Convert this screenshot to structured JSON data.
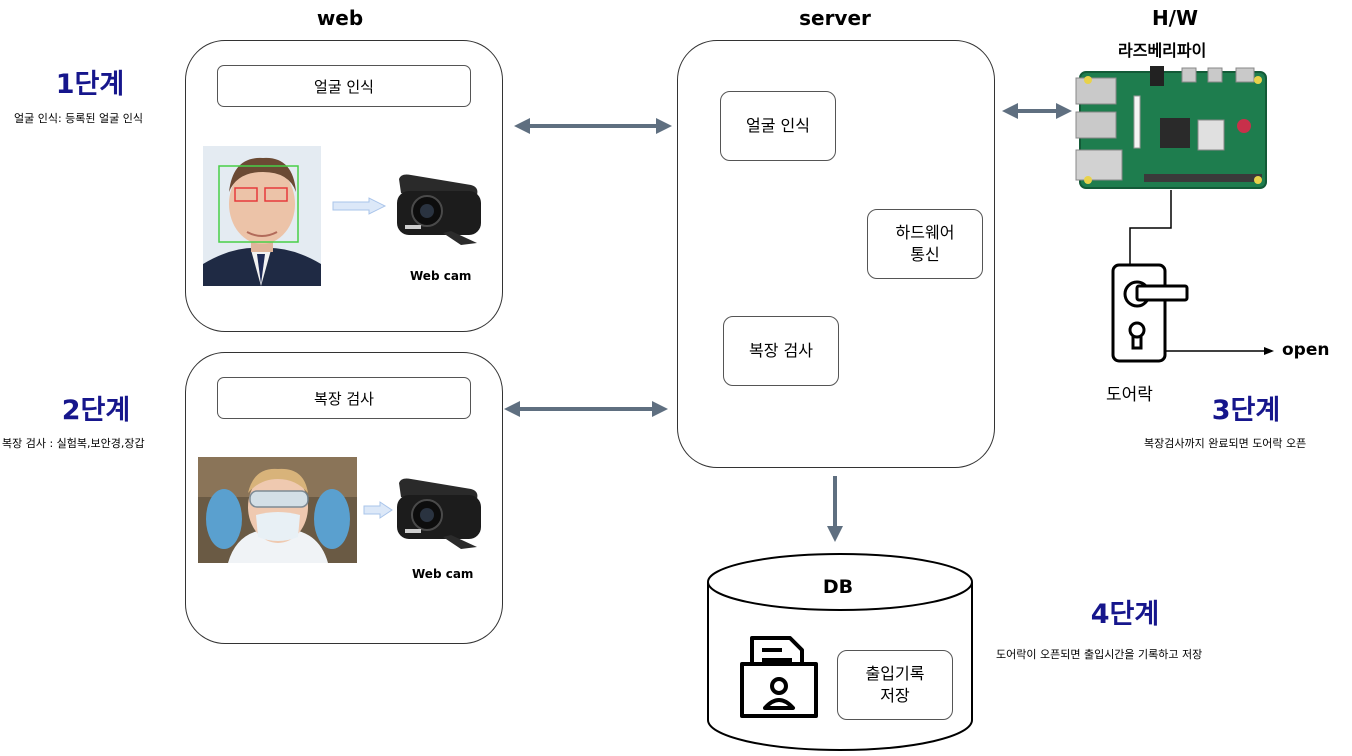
{
  "columns": {
    "web": "web",
    "server": "server",
    "hw": "H/W"
  },
  "steps": [
    {
      "title": "1단계",
      "desc": "얼굴 인식: 등록된 얼굴 인식"
    },
    {
      "title": "2단계",
      "desc": "복장 검사 : 실험복,보안경,장갑"
    },
    {
      "title": "3단계",
      "desc": "복장검사까지 완료되면 도어락 오픈"
    },
    {
      "title": "4단계",
      "desc": "도어락이 오픈되면 출입시간을 기록하고 저장"
    }
  ],
  "web": {
    "face_box": "얼굴 인식",
    "dress_box": "복장 검사",
    "cam_label_1": "Web cam",
    "cam_label_2": "Web cam"
  },
  "server": {
    "face": "얼굴 인식",
    "hw_comm": "하드웨어\n통신",
    "dress": "복장 검사"
  },
  "hw": {
    "board": "라즈베리파이",
    "doorlock": "도어락",
    "open": "open"
  },
  "db": {
    "title": "DB",
    "record": "출입기록\n저장"
  },
  "colors": {
    "arrow": "#5f6f80",
    "step": "#16168c",
    "board": "#1a7a4a"
  }
}
